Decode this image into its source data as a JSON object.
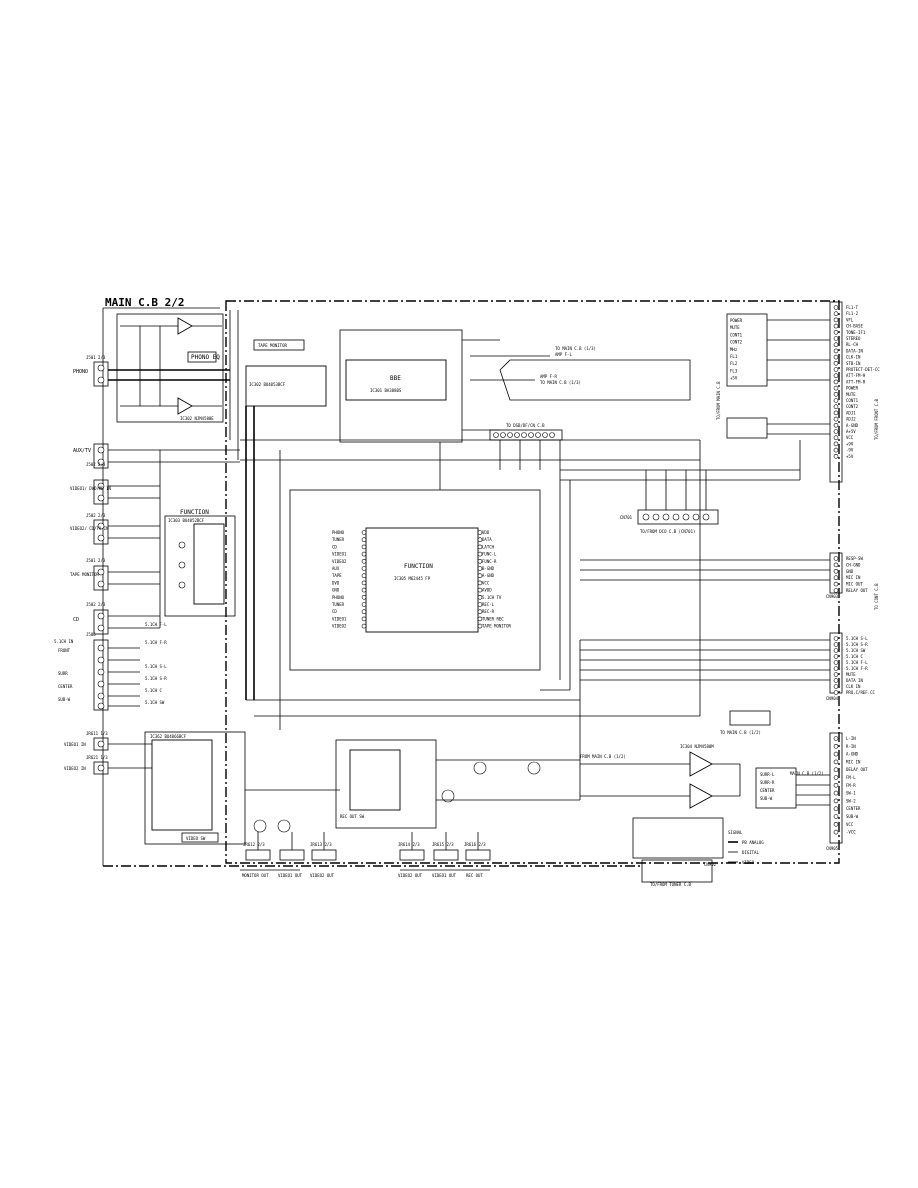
{
  "board_title": "MAIN C.B 2/2",
  "ic_labels": {
    "ic301": "IC301 BA3880S",
    "ic302_selector": "IC302 BU4053BCF",
    "ic305_function": "IC305 M62445 FP",
    "function_title": "FUNCTION",
    "ic303_selector": "IC303 BU4052BCF",
    "ic_video_sw": "IC362 BU4066BCF",
    "ic302_opamp": "IC302 NJM4580E",
    "ic304": "IC304 NJM4580M"
  },
  "section_labels": {
    "tape_monitor": "TAPE MONITOR",
    "phono_eq": "PHONO EQ",
    "bbe": "BBE",
    "function_box": "FUNCTION",
    "video_sw": "VIDEO SW",
    "rec_out_sw": "REC OUT SW"
  },
  "jacks_left": [
    {
      "ref": "J501 2/3",
      "name": "PHONO"
    },
    {
      "ref": "J502 2/3",
      "name": "AUX/TV"
    },
    {
      "ref": "J502 2/3",
      "name": "VIDEO1/ DVD/MD IN"
    },
    {
      "ref": "J502 2/3",
      "name": "VIDEO2/ CD/TV IN"
    },
    {
      "ref": "J501 2/3",
      "name": "TAPE MONITOR"
    },
    {
      "ref": "J502 2/3",
      "name": "CD"
    },
    {
      "ref": "J506",
      "name": "5.1CH IN"
    },
    {
      "ref": "",
      "name": "FRONT"
    },
    {
      "ref": "",
      "name": "SURR"
    },
    {
      "ref": "",
      "name": "CENTER"
    },
    {
      "ref": "",
      "name": "SUB-W"
    },
    {
      "ref": "JR611 1/3",
      "name": "VIDEO1 IN"
    },
    {
      "ref": "JR621 1/3",
      "name": "VIDEO2 IN"
    }
  ],
  "jacks_bottom": [
    {
      "ref": "JR612 2/3",
      "name": "MONITOR OUT"
    },
    {
      "ref": "",
      "name": "VIDEO1 OUT"
    },
    {
      "ref": "JR613 2/3",
      "name": "VIDEO2 OUT"
    },
    {
      "ref": "JR614 2/3",
      "name": "VIDEO2 OUT"
    },
    {
      "ref": "JR615 2/3",
      "name": "VIDEO1 OUT"
    },
    {
      "ref": "JR616 2/3",
      "name": "REC OUT"
    }
  ],
  "connectors": {
    "to_main_cb_1_3_top": "TO MAIN C.B (1/3)",
    "amp_f_l": "AMP F-L",
    "amp_f_r": "AMP F-R",
    "to_main_cb_1_3_b": "TO MAIN C.B (1/3)",
    "to_dsp_cn": "TO DSB/DF/CN C.B",
    "cn701": "CN701",
    "to_from_dco": "TO/FROM DCO C.B (CN701)",
    "to_from_front": "TO/FROM FRONT C.B",
    "to_from_main_right": "TO/FROM MAIN C.B",
    "to_cont_cb": "TO CONT C.B",
    "to_main_cb_1_2": "TO MAIN C.B (1/2)",
    "to_from_tuner": "TO/FROM TUNER C.B",
    "from_main_cb_1_2": "FROM MAIN C.B (1/2)",
    "main_cb_1_2": "MAIN C.B (1/2)",
    "cn902": "CN902",
    "cn903": "CN903",
    "cn904": "CN904",
    "cn905": "CN905"
  },
  "front_cb_pins": [
    "FL1-T",
    "FL1-2",
    "VFL",
    "CH-BASE",
    "TONE-IF1",
    "STEREO",
    "RL-CH",
    "DATA-IN",
    "CLK-IN",
    "STB-IN",
    "PROTECT-DET-CC",
    "ATT-FM-H",
    "ATT-FM-R",
    "POWER",
    "MUTE",
    "CONT1",
    "CONT2",
    "ADJ1",
    "ADJ2",
    "A-GND",
    "A+5V",
    "VCC",
    "+9V",
    "-9V",
    "+5V"
  ],
  "front_signals": [
    "POWER",
    "MUTE",
    "CONT1",
    "CONT2",
    "MHz",
    "FL1",
    "FL2",
    "FL3",
    "+5V"
  ],
  "cont_cb_pins": [
    "RESP-SW",
    "CH-GND",
    "GND",
    "MIC IN",
    "MIC OUT",
    "RELAY OUT"
  ],
  "main12_pins": [
    "5.1CH S-L",
    "5.1CH S-R",
    "5.1CH SW",
    "5.1CH C",
    "5.1CH F-L",
    "5.1CH F-R",
    "MUTE",
    "DATA IN",
    "CLK IN",
    "PRO.C/REF.CC"
  ],
  "tuner_pins": [
    "L-IN",
    "R-IN",
    "A-GND",
    "MIC IN",
    "DELAY OUT",
    "FM-L",
    "FM-R",
    "SW-1",
    "SW-2",
    "CENTER",
    "SUB-W",
    "VCC",
    "-VCC"
  ],
  "out_signals": [
    "SURR-L",
    "SURR-R",
    "CENTER",
    "SUB-W"
  ],
  "channel_labels": [
    "5.1CH F-L",
    "5.1CH F-R",
    "5.1CH S-L",
    "5.1CH S-R",
    "5.1CH C",
    "5.1CH SW"
  ],
  "func_pins_left": [
    "PHONO",
    "TUNER",
    "CD",
    "VIDEO1",
    "VIDEO2",
    "AUX",
    "TAPE",
    "DVD",
    "GND",
    "PHONO",
    "TUNER",
    "CD",
    "VIDEO1",
    "VIDEO2"
  ],
  "func_pins_right": [
    "VDD",
    "DATA",
    "LATCH",
    "FUNC-L",
    "FUNC-R",
    "B-GND",
    "A-GND",
    "VCC",
    "AVDD",
    "5.1CH TV",
    "REC-L",
    "REC-R",
    "TUNER REC",
    "TAPE MONITOR"
  ],
  "legend": {
    "title": "SIGNAL",
    "items": [
      "PB ANALOG",
      "DIGITAL",
      "VIDEO"
    ]
  },
  "colors": {
    "ink": "#000000",
    "paper": "#ffffff"
  }
}
